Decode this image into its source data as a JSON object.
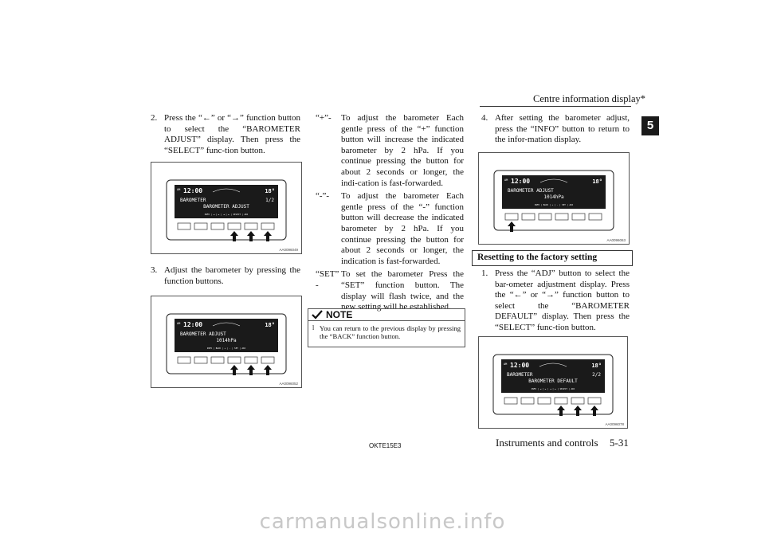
{
  "header": {
    "running_head": "Centre information display*",
    "chapter_number": "5"
  },
  "left_column": {
    "step2": {
      "number": "2.",
      "text": "Press the “←” or “→” function button to select the “BAROMETER ADJUST” display. Then press the “SELECT” func-tion button."
    },
    "step3": {
      "number": "3.",
      "text": "Adjust the barometer by pressing the function buttons."
    }
  },
  "middle_column": {
    "definitions": [
      {
        "key": "“+”-",
        "text": "To adjust the barometer Each gentle press of the “+” function button will increase the indicated barometer by 2 hPa. If you continue pressing the button for about 2 seconds or longer, the indi-cation is fast-forwarded."
      },
      {
        "key": "“-”-",
        "text": "To adjust the barometer Each gentle press of the “-” function button will decrease the indicated barometer by 2 hPa. If you continue pressing the button for about 2 seconds or longer, the indication is fast-forwarded."
      },
      {
        "key": "“SET” -",
        "text": "To set the barometer Press the “SET” function button. The display will flash twice, and the new setting will be established."
      }
    ],
    "note": {
      "label": "NOTE",
      "bullet": "l",
      "text": "You can return to the previous display by pressing the “BACK” function button."
    }
  },
  "right_column": {
    "step4": {
      "number": "4.",
      "text": "After setting the barometer adjust, press the “INFO” button to return to the infor-mation display."
    },
    "section_title": "Resetting to the factory setting",
    "reset_step1": {
      "number": "1.",
      "text": "Press the “ADJ” button to select the bar-ometer adjustment display. Press the “←” or “→” function button to select the “BAROMETER DEFAULT” display. Then press the “SELECT” func-tion button."
    }
  },
  "figures": [
    {
      "code": "AA0096049",
      "am": "AM",
      "time": "12:00",
      "temp": "18°",
      "line1": "BAROMETER",
      "page": "1/2",
      "line2": "BAROMETER ADJUST",
      "softkeys": "INFO | ◄ | ► | ◄ | ► | SELECT | ADJ"
    },
    {
      "code": "AA0096052",
      "am": "AM",
      "time": "12:00",
      "temp": "18°",
      "line1": "BAROMETER ADJUST",
      "page": "",
      "line2": "1014hPa",
      "softkeys": "INFO | BACK | + | - | SET | ADJ"
    },
    {
      "code": "AA0096063",
      "am": "AM",
      "time": "12:00",
      "temp": "18°",
      "line1": "BAROMETER ADJUST",
      "page": "",
      "line2": "1014hPa",
      "softkeys": "INFO | BACK | + | - | SET | ADJ"
    },
    {
      "code": "AA0096078",
      "am": "AM",
      "time": "12:00",
      "temp": "18°",
      "line1": "BAROMETER",
      "page": "2/2",
      "line2": "BAROMETER DEFAULT",
      "softkeys": "INFO | ◄ | ► | ◄ | ► | SELECT | ADJ"
    }
  ],
  "footer": {
    "code": "OKTE15E3",
    "section": "Instruments and controls",
    "page": "5-31"
  },
  "watermark": "carmanualsonline.info"
}
